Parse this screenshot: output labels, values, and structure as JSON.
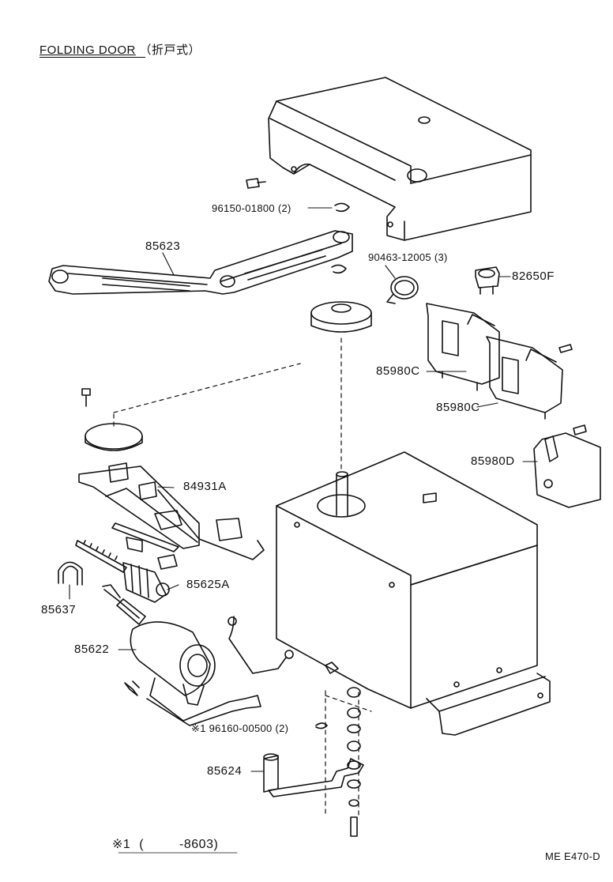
{
  "title": {
    "text": "FOLDING DOOR",
    "jp": "（折戸式）"
  },
  "drawing_code": "ME E470-D",
  "footnote": {
    "mark": "※1",
    "open": "(",
    "range": "-8603)"
  },
  "parts": [
    {
      "id": "p96150",
      "text": "96150-01800 (2)"
    },
    {
      "id": "p85623",
      "text": "85623"
    },
    {
      "id": "p90463",
      "text": "90463-12005 (3)"
    },
    {
      "id": "p82650F",
      "text": "82650F"
    },
    {
      "id": "p85980C_1",
      "text": "85980C"
    },
    {
      "id": "p85980C_2",
      "text": "85980C"
    },
    {
      "id": "p85980D",
      "text": "85980D"
    },
    {
      "id": "p84931A",
      "text": "84931A"
    },
    {
      "id": "p85625A",
      "text": "85625A"
    },
    {
      "id": "p85637",
      "text": "85637"
    },
    {
      "id": "p85622",
      "text": "85622"
    },
    {
      "id": "p96160",
      "text": "※1 96160-00500 (2)"
    },
    {
      "id": "p85624",
      "text": "85624"
    }
  ]
}
